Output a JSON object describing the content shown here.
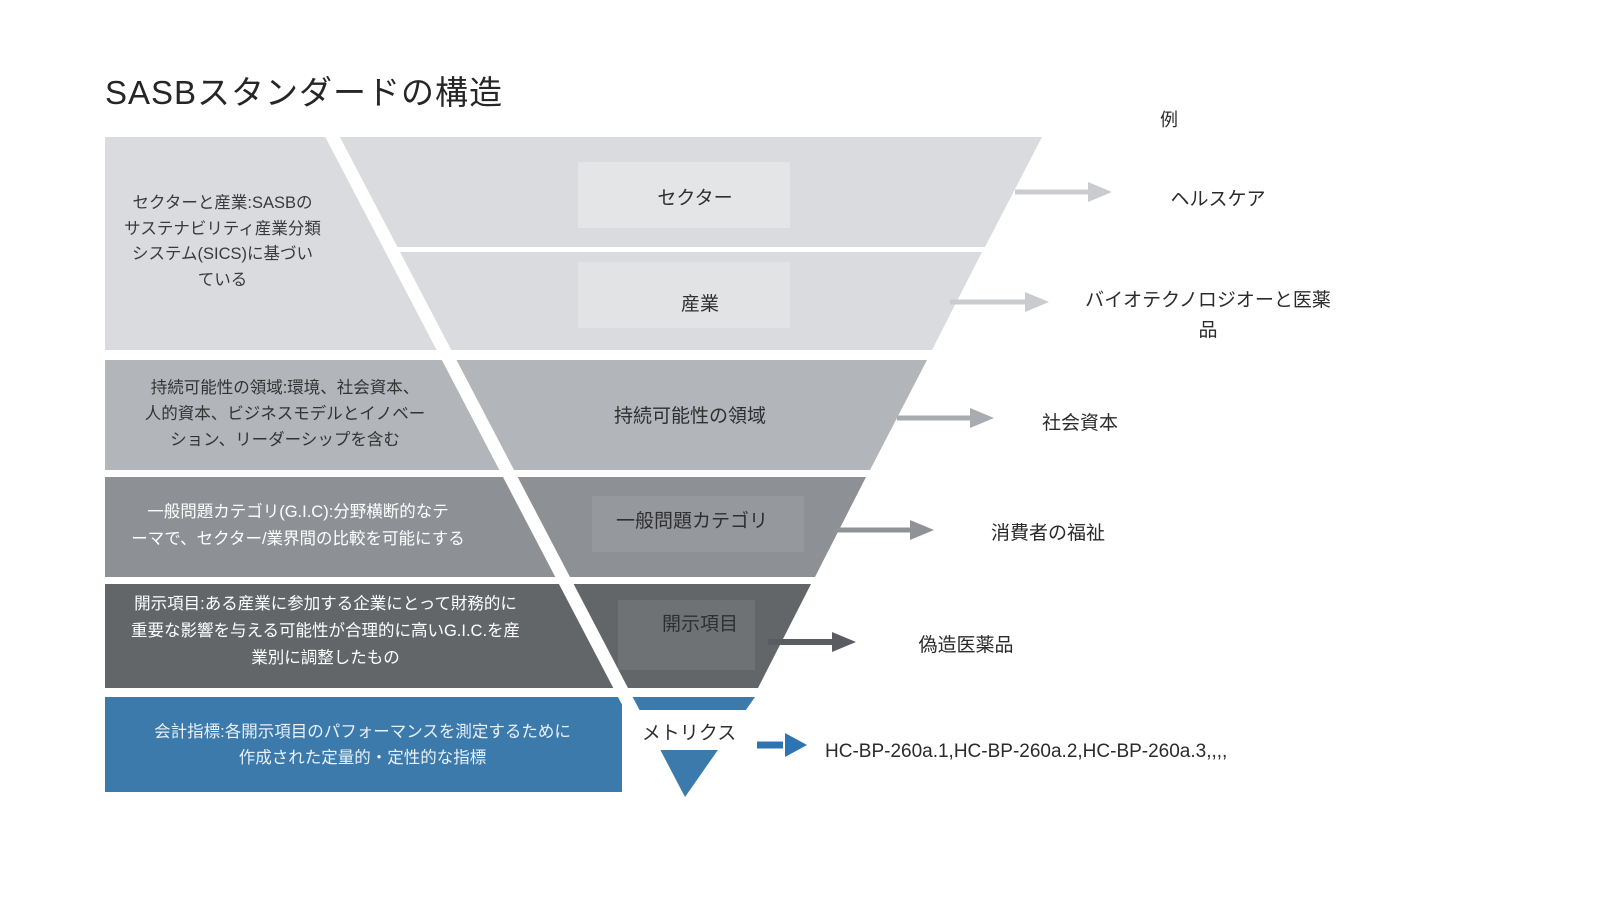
{
  "title": "SASBスタンダードの構造",
  "examples_header": "例",
  "pyramid": {
    "rows": [
      {
        "label": "セクター",
        "example": "ヘルスケア"
      },
      {
        "label": "産業",
        "example": "バイオテクノロジオーと医薬品"
      },
      {
        "label": "持続可能性の領域",
        "example": "社会資本"
      },
      {
        "label": "一般問題カテゴリ",
        "example": "消費者の福祉"
      },
      {
        "label": "開示項目",
        "example": "偽造医薬品"
      },
      {
        "label": "メトリクス",
        "example": "HC-BP-260a.1,HC-BP-260a.2,HC-BP-260a.3,,,,"
      }
    ]
  },
  "descriptions": [
    {
      "lines": [
        "セクターと産業:SASBの",
        "サステナビリティ産業分類",
        "システム(SICS)に基づい",
        "ている"
      ]
    },
    {
      "lines": [
        "持続可能性の領域:環境、社会資本、",
        "人的資本、ビジネスモデルとイノベー",
        "ション、リーダーシップを含む"
      ]
    },
    {
      "lines": [
        "一般問題カテゴリ(G.I.C):分野横断的なテ",
        "ーマで、セクター/業界間の比較を可能にする"
      ]
    },
    {
      "lines": [
        "開示項目:ある産業に参加する企業にとって財務的に",
        "重要な影響を与える可能性が合理的に高いG.I.C.を産",
        "業別に調整したもの"
      ]
    },
    {
      "lines": [
        "会計指標:各開示項目のパフォーマンスを測定するために",
        "作成された定量的・定性的な指標"
      ]
    }
  ],
  "colors": {
    "band-light": "#d9dbde",
    "band-medium": "#b2b5b9",
    "band-gray": "#8d9095",
    "band-dark": "#636669",
    "band-blue": "#3b7aab",
    "arrow-light": "#c9cbce",
    "arrow-medium": "#a8abaf",
    "arrow-gray": "#8f9296",
    "arrow-dark": "#595c61",
    "arrow-blue": "#2e74b5",
    "text-blue-box": "#e8f1f8"
  }
}
